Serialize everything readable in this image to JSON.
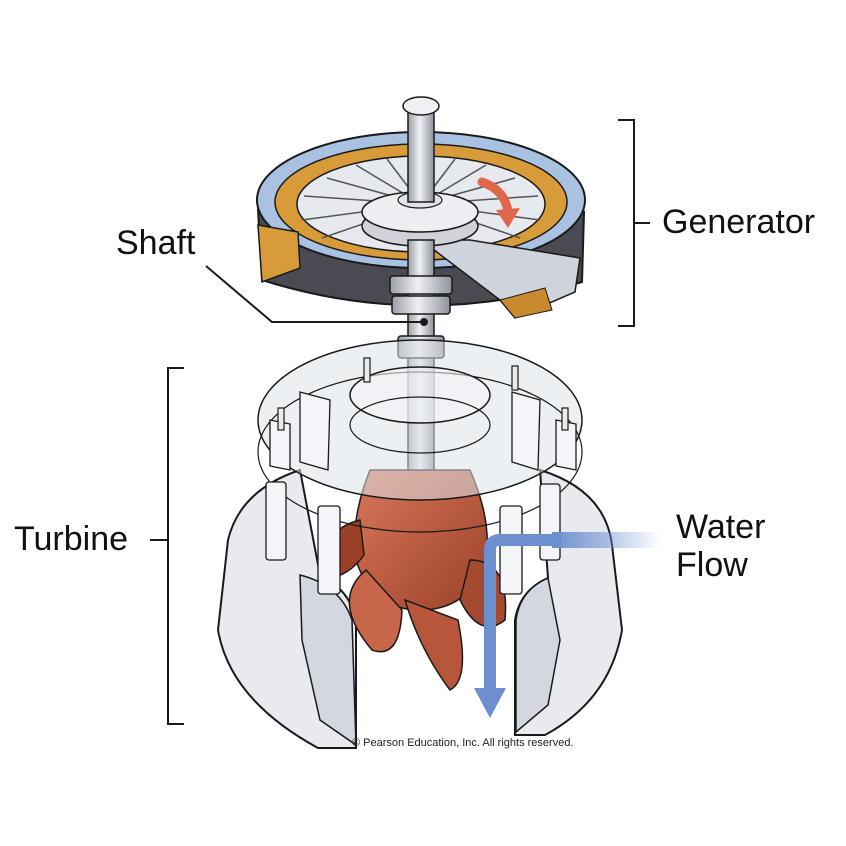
{
  "labels": {
    "generator": "Generator",
    "shaft": "Shaft",
    "turbine": "Turbine",
    "water_line1": "Water",
    "water_line2": "Flow"
  },
  "copyright": "© Pearson Education, Inc. All rights reserved.",
  "colors": {
    "runner": "#b8563c",
    "runner_dark": "#8e3c26",
    "water_arrow": "#6b8fcf",
    "rotation_arrow": "#e0664a",
    "generator_gold": "#d89b3a",
    "generator_blue": "#a9c2e2",
    "casing": "#e8eaf0",
    "line": "#1a1a1a"
  }
}
